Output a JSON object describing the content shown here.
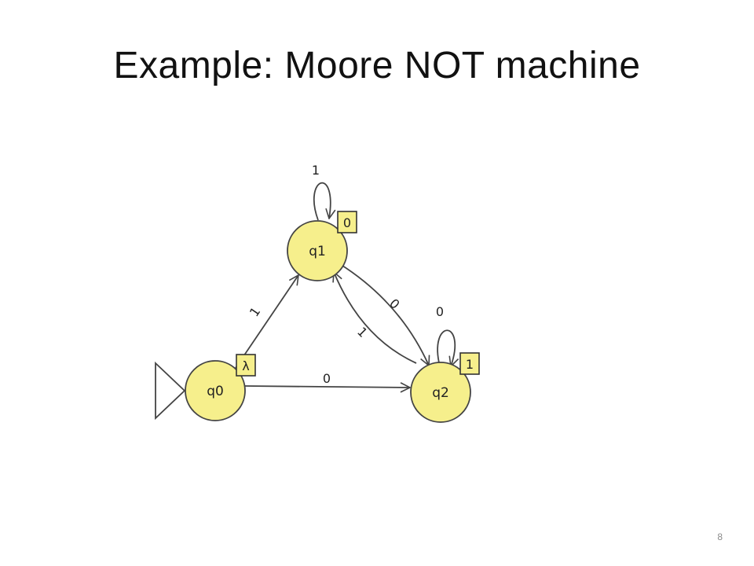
{
  "slide": {
    "title": "Example: Moore NOT machine",
    "page_number": "8"
  },
  "colors": {
    "state_fill": "#f6ef8c",
    "outline": "#444444",
    "output_box": "#f6ef8c"
  },
  "states": [
    {
      "id": "q0",
      "label": "q0",
      "output": "λ",
      "initial": true
    },
    {
      "id": "q1",
      "label": "q1",
      "output": "0",
      "initial": false
    },
    {
      "id": "q2",
      "label": "q2",
      "output": "1",
      "initial": false
    }
  ],
  "transitions": [
    {
      "from": "q1",
      "to": "q1",
      "label": "1"
    },
    {
      "from": "q2",
      "to": "q2",
      "label": "0"
    },
    {
      "from": "q0",
      "to": "q1",
      "label": "1"
    },
    {
      "from": "q0",
      "to": "q2",
      "label": "0"
    },
    {
      "from": "q1",
      "to": "q2",
      "label": "0"
    },
    {
      "from": "q2",
      "to": "q1",
      "label": "1"
    }
  ]
}
